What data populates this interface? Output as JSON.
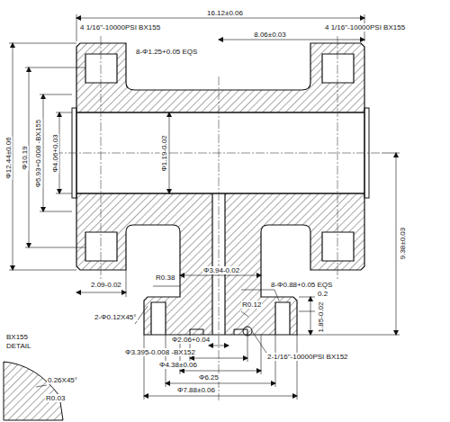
{
  "diagram": {
    "labels": [
      "16.12±0.06",
      "4 1/16\"-10000PSI BX155",
      "8-Φ1.25+0.05 EQS",
      "8.06±0.03",
      "4 1/16\"-10000PSI BX155",
      "Φ12.44±0.06",
      "Φ10.19",
      "Φ5.93+0.008 -BX155",
      "Φ4.06+0.03",
      "Φ1.19-0.02",
      "9.38±0.03",
      "2.09-0.02",
      "R0.38",
      "Φ3.94-0.02",
      "8-Φ0.88+0.05 EQS",
      "R0.12",
      "0.2",
      "1.85-0.02",
      "2-Φ0.12X45°",
      "Φ2.06+0.04",
      "2-1/16\"-10000PSI BX152",
      "Φ3.395-0.008 -BX152",
      "Φ4.38±0.06",
      "Φ6.25",
      "Φ7.88±0.06",
      "BX155",
      "DETAIL",
      "0.26X45°",
      "R0.03"
    ]
  }
}
